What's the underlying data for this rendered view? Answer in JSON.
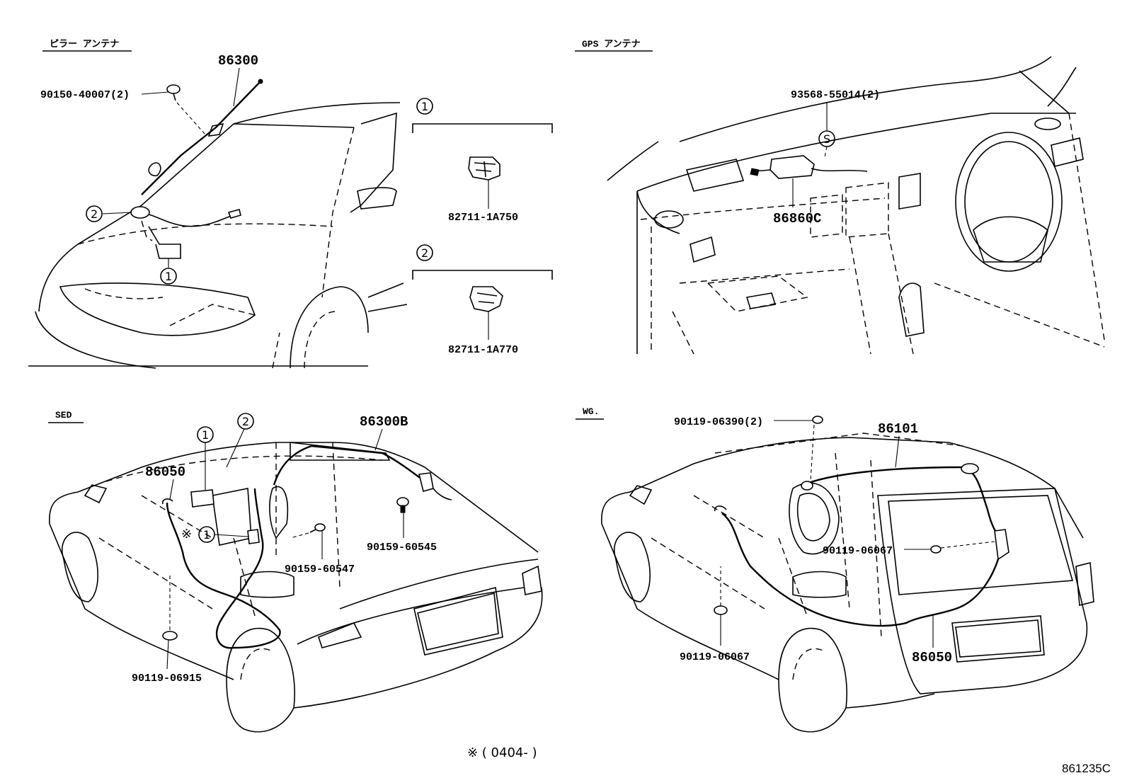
{
  "sections": {
    "pillar_antenna": "ピラー アンテナ",
    "gps_antenna": "GPS アンテナ",
    "sed": "SED",
    "wg": "WG."
  },
  "parts": {
    "p86300": "86300",
    "p90150": "90150-40007(2)",
    "p82711a": "82711-1A750",
    "p82711b": "82711-1A770",
    "p93568": "93568-55014(2)",
    "p86860c": "86860C",
    "p86300b": "86300B",
    "p86050_sed": "86050",
    "p90159a": "90159-60545",
    "p90159b": "90159-60547",
    "p90119_915": "90119-06915",
    "p90119_390": "90119-06390(2)",
    "p86101": "86101",
    "p90119_067a": "90119-06067",
    "p90119_067b": "90119-06067",
    "p86050_wg": "86050"
  },
  "callouts": {
    "c1": "1",
    "c2": "2",
    "s": "S",
    "kome": "※"
  },
  "note": "※ ( 0404-        )",
  "figure_ref": "861235C"
}
